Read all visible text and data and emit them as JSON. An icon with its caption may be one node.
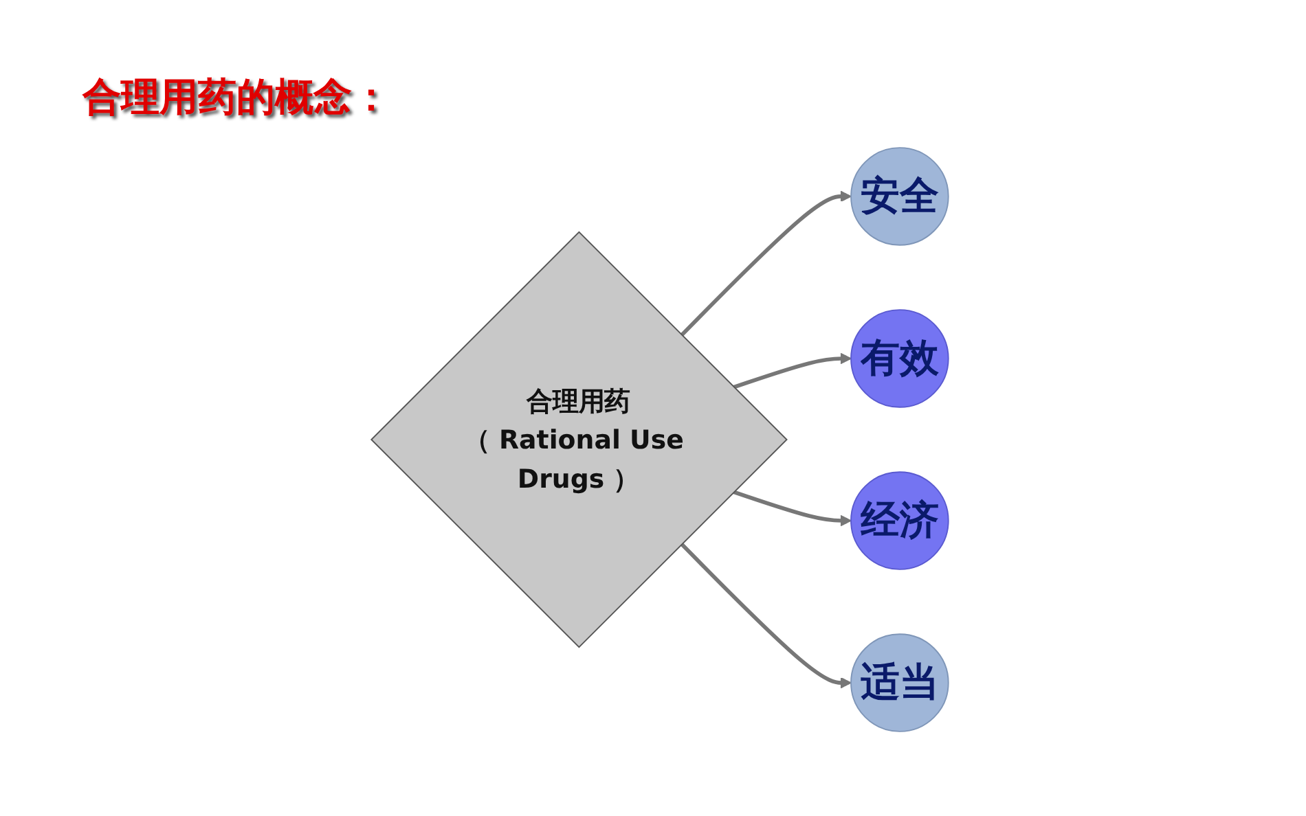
{
  "diagram": {
    "title": "合理用药的概念：",
    "nodes": [
      {
        "text": [
          "安全"
        ]
      },
      {
        "text": [
          "有效"
        ]
      },
      {
        "text": [
          "合理用药",
          "（ Rational Use Drugs ）"
        ]
      },
      {
        "text": [
          "经济"
        ]
      },
      {
        "text": [
          "适当"
        ]
      }
    ],
    "edges": [
      {
        "from": 2,
        "to": 0,
        "arrow": "to"
      },
      {
        "from": 2,
        "to": 1,
        "arrow": "to"
      },
      {
        "from": 2,
        "to": 3,
        "arrow": "to"
      },
      {
        "from": 2,
        "to": 4,
        "arrow": "to"
      }
    ]
  }
}
